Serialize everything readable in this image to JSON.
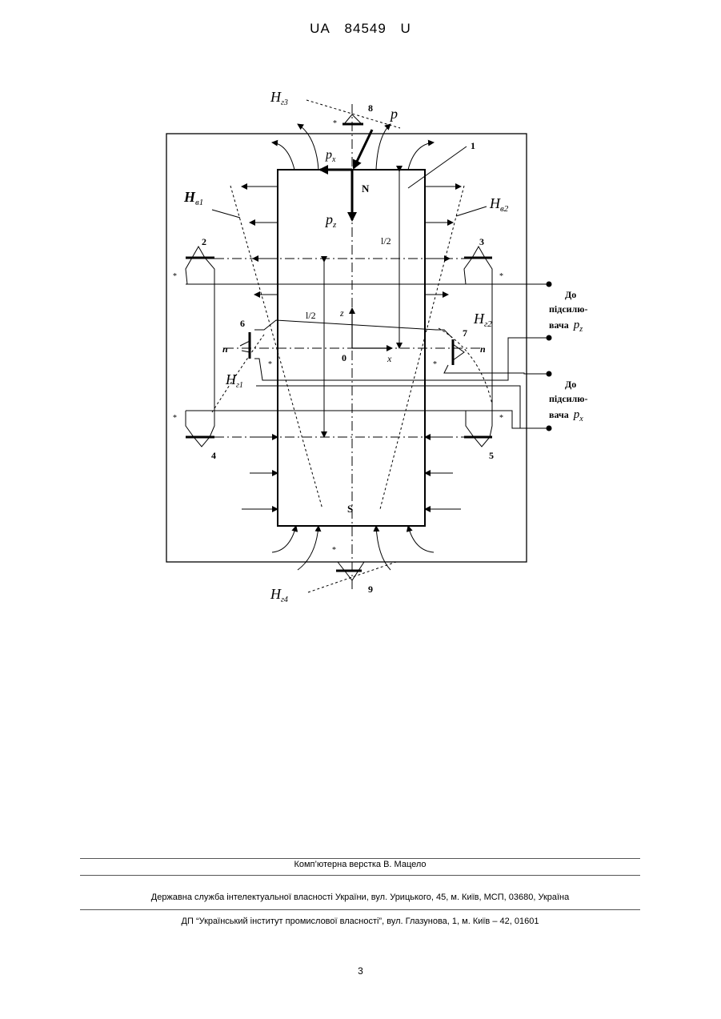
{
  "header": {
    "office": "UA",
    "number": "84549",
    "kind": "U"
  },
  "figure": {
    "labels": {
      "n1": "1",
      "n2": "2",
      "n3": "3",
      "n4": "4",
      "n5": "5",
      "n6": "6",
      "n7": "7",
      "n8": "8",
      "n9": "9",
      "N": "N",
      "S": "S",
      "z": "z",
      "x": "x",
      "zero": "0",
      "l_half_left": "l/2",
      "l_half_right": "l/2",
      "n_left": "n",
      "n_right": "n",
      "p": "p",
      "px": "p",
      "px_sub": "x",
      "pz": "p",
      "pz_sub": "z",
      "H": "H",
      "Hv1_sub": "в1",
      "Hv2_sub": "в2",
      "Hg1_sub": "г1",
      "Hg2_sub": "г2",
      "Hg3_sub": "г3",
      "Hg4_sub": "г4",
      "star": "*"
    },
    "amp_pz": {
      "line1": "До",
      "line2": "підсилю-",
      "line3": "вача",
      "sym": "p",
      "sub": "z"
    },
    "amp_px": {
      "line1": "До",
      "line2": "підсилю-",
      "line3": "вача",
      "sym": "p",
      "sub": "x"
    }
  },
  "footer": {
    "credit": "Комп’ютерна верстка В. Мацело",
    "agency": "Державна служба інтелектуальної власності України, вул. Урицького, 45, м. Київ, МСП, 03680, Україна",
    "institute": "ДП “Український інститут промислової власності”, вул. Глазунова, 1, м. Київ – 42, 01601",
    "page": "3"
  }
}
